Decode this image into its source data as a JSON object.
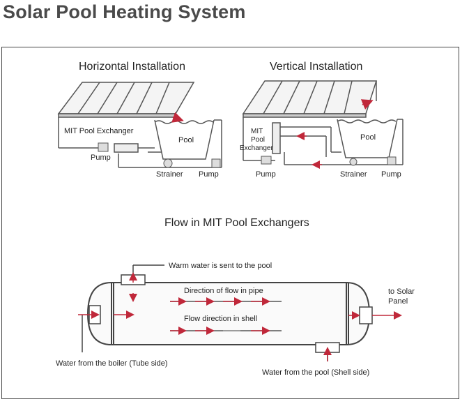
{
  "title": "Solar Pool Heating System",
  "horizontal": {
    "heading": "Horizontal Installation",
    "exchanger_label": "MIT Pool Exchanger",
    "pool_label": "Pool",
    "pump_left": "Pump",
    "strainer": "Strainer",
    "pump_right": "Pump"
  },
  "vertical": {
    "heading": "Vertical Installation",
    "exchanger_line1": "MIT",
    "exchanger_line2": "Pool",
    "exchanger_line3": "Exchanger",
    "pool_label": "Pool",
    "pump_left": "Pump",
    "strainer": "Strainer",
    "pump_right": "Pump"
  },
  "flow": {
    "heading": "Flow in MIT Pool Exchangers",
    "warm_water": "Warm water is sent to the pool",
    "pipe_direction": "Direction of flow in pipe",
    "shell_direction": "Flow direction in shell",
    "to_solar_line1": "to Solar",
    "to_solar_line2": "Panel",
    "boiler": "Water from the boiler (Tube side)",
    "pool_shell": "Water from the pool (Shell side)"
  },
  "colors": {
    "arrow_red": "#c0283a",
    "line": "#555555",
    "frame": "#444444"
  }
}
